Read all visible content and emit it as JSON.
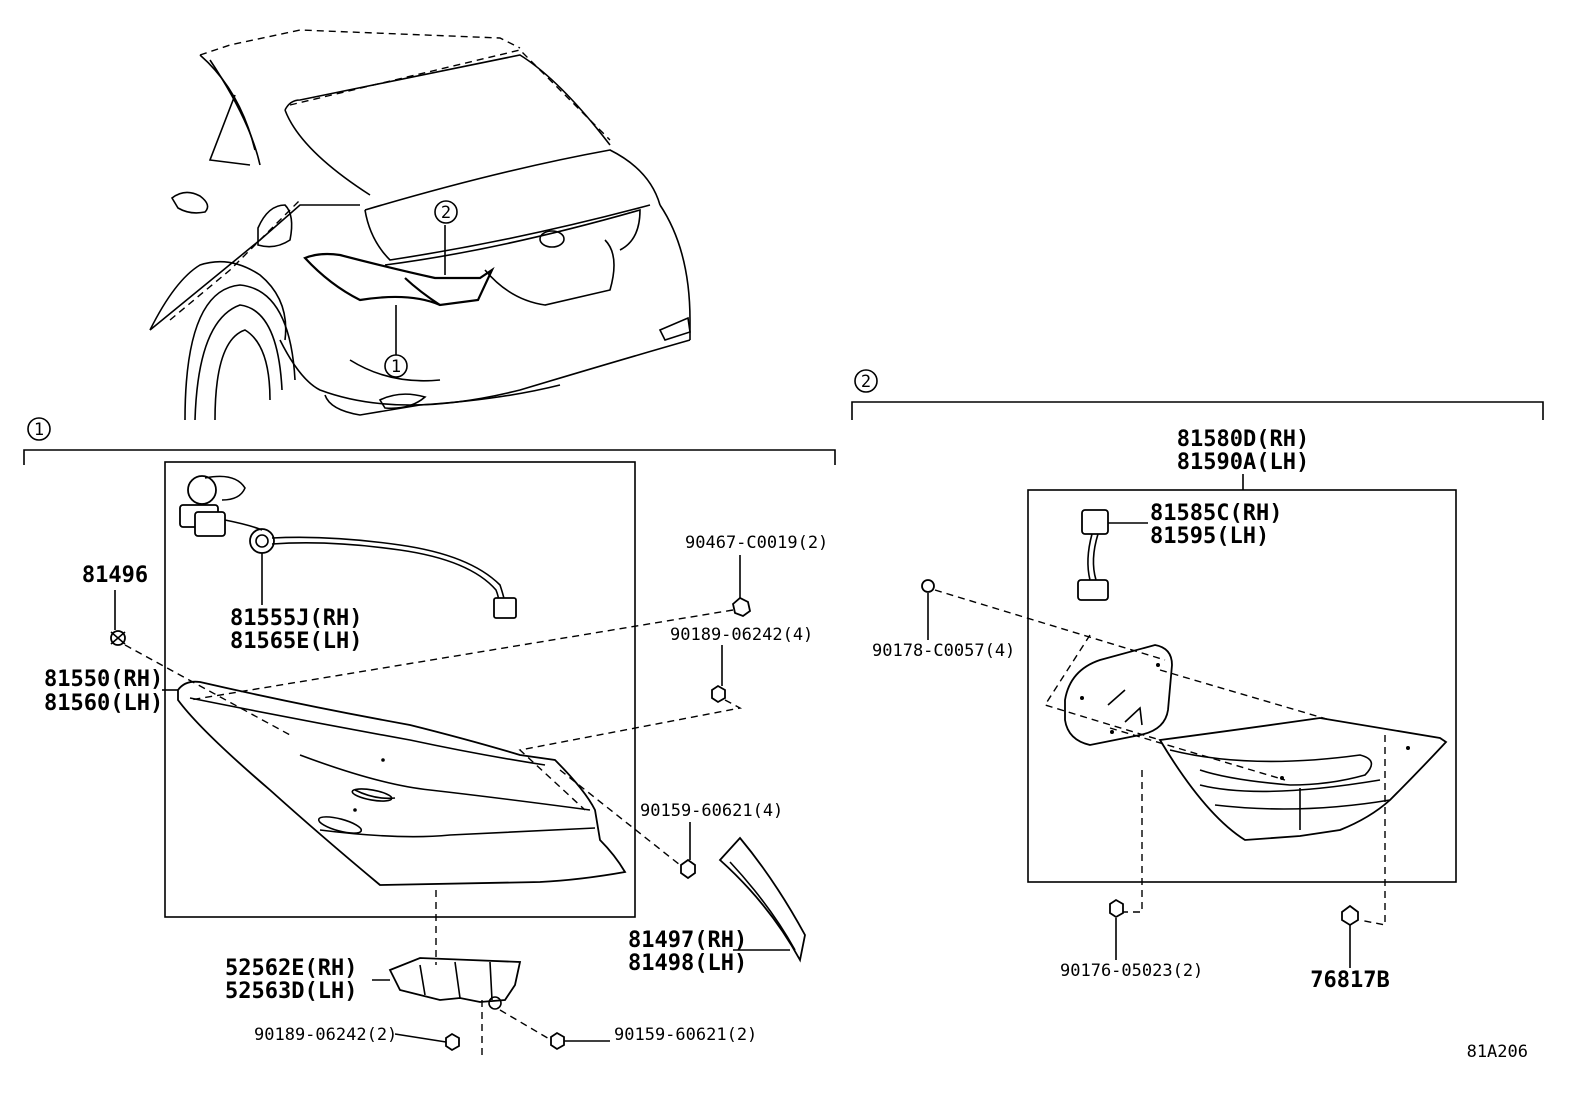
{
  "diagram": {
    "callouts": {
      "one": "1",
      "two": "2"
    },
    "group1": {
      "p81496": "81496",
      "lamp": [
        "81550(RH)",
        "81560(LH)"
      ],
      "socket": [
        "81555J(RH)",
        "81565E(LH)"
      ],
      "nut": "90467-C0019(2)",
      "screw_a": "90189-06242(4)",
      "screw_b": "90159-60621(4)",
      "cover": [
        "81497(RH)",
        "81498(LH)"
      ],
      "bracket": [
        "52562E(RH)",
        "52563D(LH)"
      ],
      "screw_c": "90189-06242(2)",
      "screw_d": "90159-60621(2)"
    },
    "group2": {
      "assy": [
        "81580D(RH)",
        "81590A(LH)"
      ],
      "socket": [
        "81585C(RH)",
        "81595(LH)"
      ],
      "nut": "90178-C0057(4)",
      "screw": "90176-05023(2)",
      "clip": "76817B"
    },
    "figure_code": "81A206"
  }
}
